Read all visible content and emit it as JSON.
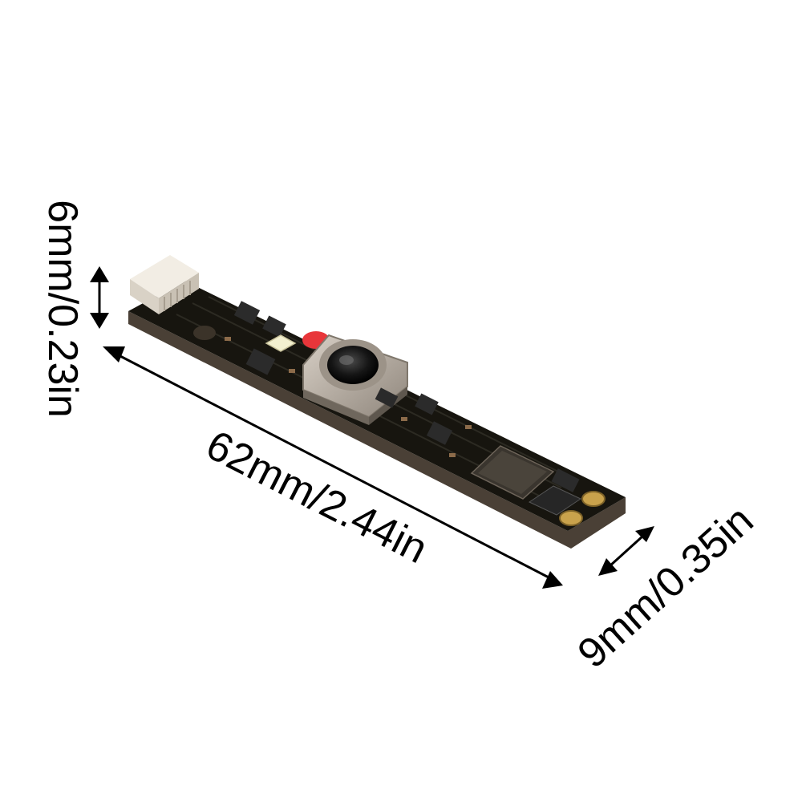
{
  "image": {
    "subject": "camera module board",
    "colors": {
      "background": "#ffffff",
      "pcb": "#17150f",
      "pcb_edge": "#4a4036",
      "connector": "#ece6dc",
      "lens_housing": "#bdb3a8",
      "led_red": "#e8363a",
      "led_white": "#f3f0d0",
      "gold_pad": "#c9a24c",
      "label": "#000000"
    }
  },
  "dimensions": {
    "length": "62mm/2.44in",
    "height": "6mm/0.23in",
    "width": "9mm/0.35in"
  }
}
